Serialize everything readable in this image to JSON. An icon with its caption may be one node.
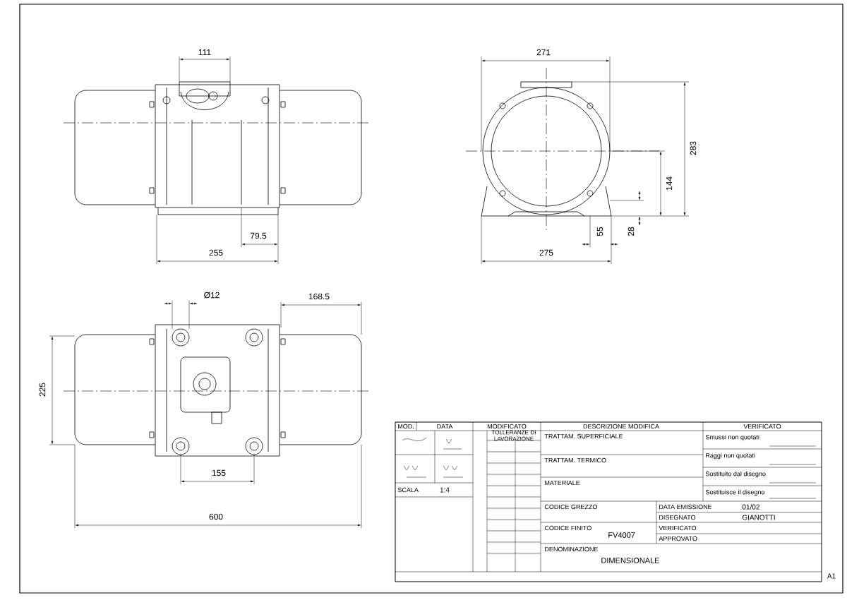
{
  "diagram": {
    "labels": [
      "111",
      "79.5",
      "255",
      "271",
      "283",
      "144",
      "55",
      "28",
      "275",
      "Ø12",
      "168.5",
      "225",
      "155",
      "600",
      "MOD.",
      "DATA",
      "MODIFICATO",
      "DESCRIZIONE MODIFICA",
      "VERIFICATO",
      "TOLLERANZE DI LAVORAZIONE",
      "TRATTAM. SUPERFICIALE",
      "Smussi non quotati",
      "TRATTAM. TERMICO",
      "Raggi non quotati",
      "Sostituito dal disegno",
      "SCALA",
      "1:4",
      "MATERIALE",
      "Sostituisce il disegno",
      "CODICE GREZZO",
      "DATA EMISSIONE",
      "01/02",
      "DISEGNATO",
      "GIANOTTI",
      "CODICE FINITO",
      "FV4007",
      "VERIFICATO",
      "APPROVATO",
      "DENOMINAZIONE",
      "DIMENSIONALE",
      "A1"
    ]
  }
}
